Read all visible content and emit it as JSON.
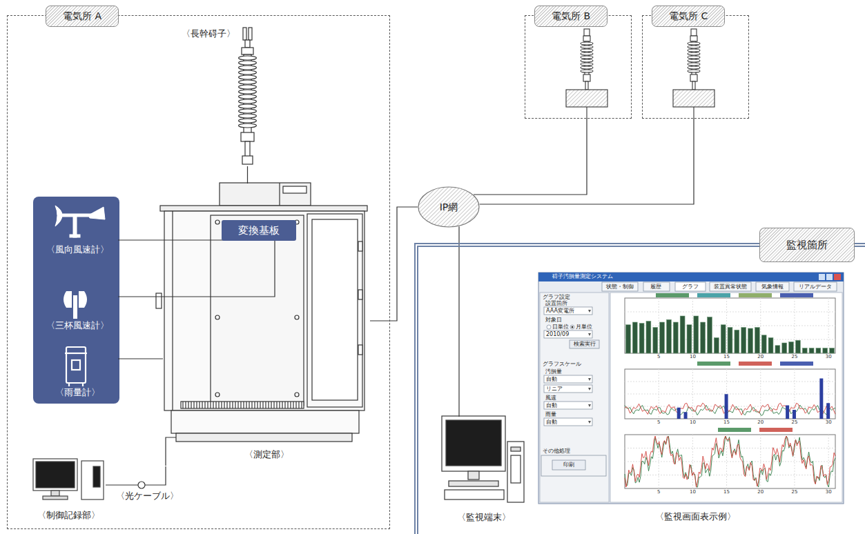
{
  "diagram": {
    "nodes": [
      {
        "text": [
          "電気所 A"
        ]
      },
      {
        "text": [
          "〈長幹碍子〉"
        ],
        "in": 0
      },
      {
        "text": [
          "〈測定部〉"
        ],
        "in": 0
      },
      {
        "text": [
          "変換基板"
        ],
        "in": 2
      },
      {
        "text": [
          "〈風向風速計〉"
        ],
        "in": 0
      },
      {
        "text": [
          "〈三杯風速計〉"
        ],
        "in": 0
      },
      {
        "text": [
          "〈雨量計〉"
        ],
        "in": 0
      },
      {
        "text": [
          "〈制御記録部〉"
        ],
        "in": 0
      },
      {
        "text": [
          "IP網"
        ]
      },
      {
        "text": [
          "電気所 B"
        ]
      },
      {
        "text": [
          "電気所 C"
        ]
      },
      {
        "text": [
          "監視箇所"
        ]
      },
      {
        "text": [
          "〈監視端末〉"
        ],
        "in": 11
      },
      {
        "text": [
          "〈監視画面表示例〉"
        ],
        "in": 11
      }
    ],
    "edges": [
      {
        "from": 1,
        "to": 2,
        "arrow": "none"
      },
      {
        "from": 4,
        "to": 3,
        "arrow": "none"
      },
      {
        "from": 5,
        "to": 3,
        "arrow": "none"
      },
      {
        "from": 6,
        "to": 2,
        "arrow": "none"
      },
      {
        "from": 7,
        "to": 2,
        "arrow": "none"
      },
      {
        "from": 2,
        "to": 8,
        "arrow": "none"
      },
      {
        "from": 9,
        "to": 8,
        "arrow": "none"
      },
      {
        "from": 10,
        "to": 8,
        "arrow": "none"
      },
      {
        "from": 12,
        "to": 8,
        "arrow": "none"
      }
    ],
    "labels": [
      "〈光ケーブル〉",
      "碍子汚損量測定システム",
      "状態・制御",
      "履歴",
      "グラフ",
      "装置異常状態",
      "気象情報",
      "リアルデータ",
      "グラフ設定",
      "設置箇所",
      "AAA変電所",
      "対象日",
      "日単位",
      "月単位",
      "2010/09",
      "検索実行",
      "グラフスケール",
      "汚損量",
      "自動",
      "リニア",
      "風速",
      "自動",
      "雨量",
      "自動",
      "その他処理",
      "印刷",
      "5",
      "10",
      "15",
      "20",
      "25",
      "30",
      "5",
      "10",
      "15",
      "20",
      "25",
      "30",
      "5",
      "10",
      "15",
      "20",
      "25",
      "30"
    ]
  }
}
